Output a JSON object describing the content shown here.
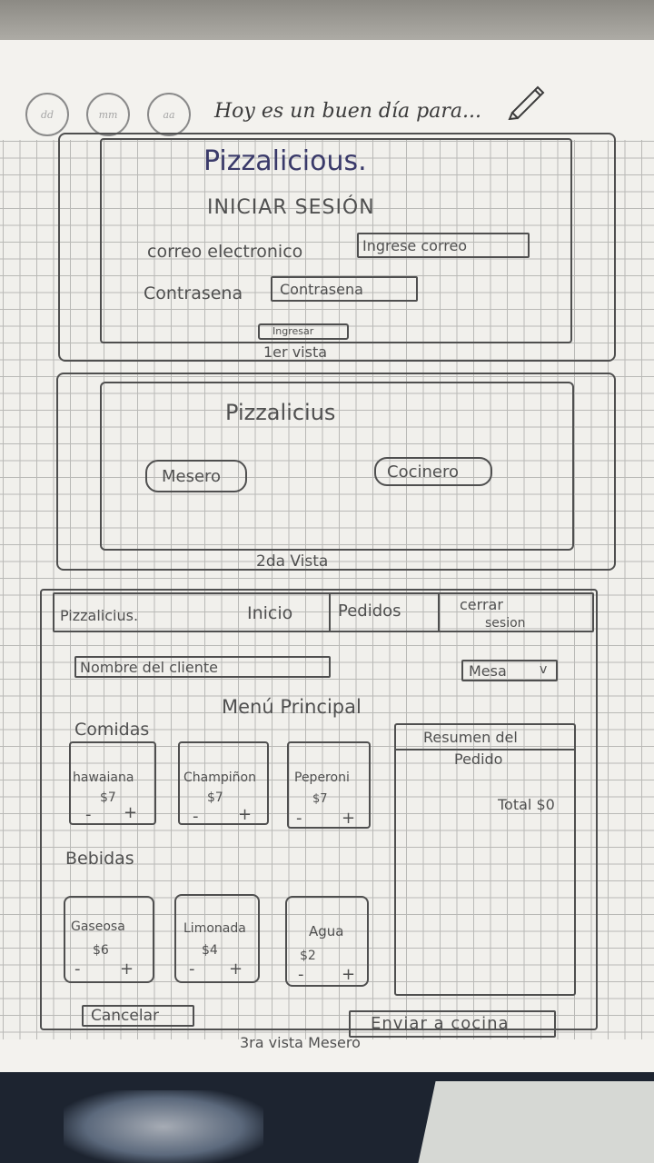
{
  "header": {
    "date_day": "dd",
    "date_month": "mm",
    "date_year": "aa",
    "motto": "Hoy es un buen día para..."
  },
  "view1": {
    "brand": "Pizzalicious.",
    "title": "INICIAR SESIÓN",
    "email_label": "correo electronico",
    "email_placeholder": "Ingrese correo",
    "password_label": "Contrasena",
    "password_placeholder": "Contrasena",
    "login_button": "Ingresar",
    "caption": "1er vista"
  },
  "view2": {
    "brand": "Pizzalicius",
    "waiter_button": "Mesero",
    "cook_button": "Cocinero",
    "caption": "2da Vista"
  },
  "view3": {
    "nav": {
      "brand": "Pizzalicius.",
      "home": "Inicio",
      "orders": "Pedidos",
      "logout_line1": "cerrar",
      "logout_line2": "sesion"
    },
    "customer_placeholder": "Nombre del cliente",
    "table_select": "Mesa",
    "table_caret": "v",
    "menu_title": "Menú Principal",
    "foods_heading": "Comidas",
    "foods": [
      {
        "name": "hawaiana",
        "price": "$7",
        "minus": "-",
        "plus": "+"
      },
      {
        "name": "Champiñon",
        "price": "$7",
        "minus": "-",
        "plus": "+"
      },
      {
        "name": "Peperoni",
        "price": "$7",
        "minus": "-",
        "plus": "+"
      }
    ],
    "drinks_heading": "Bebidas",
    "drinks": [
      {
        "name": "Gaseosa",
        "price": "$6",
        "minus": "-",
        "plus": "+"
      },
      {
        "name": "Limonada",
        "price": "$4",
        "minus": "-",
        "plus": "+"
      },
      {
        "name": "Agua",
        "price": "$2",
        "minus": "-",
        "plus": "+"
      }
    ],
    "summary_title_line1": "Resumen del",
    "summary_title_line2": "Pedido",
    "summary_total": "Total $0",
    "cancel_button": "Cancelar",
    "send_button": "Enviar a cocina",
    "caption": "3ra vista Mesero"
  }
}
